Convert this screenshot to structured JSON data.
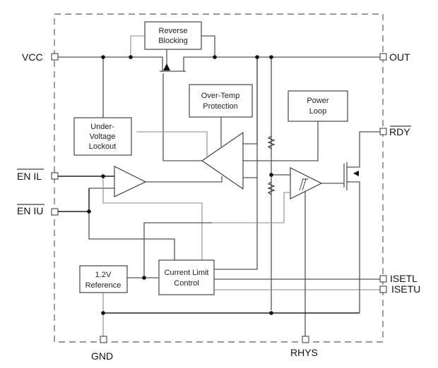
{
  "diagram": {
    "type": "block-diagram",
    "pins": {
      "vcc": "VCC",
      "out": "OUT",
      "rdy": "RDY",
      "en_il": "EN IL",
      "en_iu": "EN IU",
      "isetl": "ISETL",
      "isetu": "ISETU",
      "gnd": "GND",
      "rhys": "RHYS"
    },
    "overlined_pins": [
      "RDY",
      "EN IL",
      "EN IU"
    ],
    "blocks": {
      "reverse_blocking": [
        "Reverse",
        "Blocking"
      ],
      "over_temp": [
        "Over-Temp",
        "Protection"
      ],
      "power_loop": [
        "Power",
        "Loop"
      ],
      "uvlo": [
        "Under-",
        "Voltage",
        "Lockout"
      ],
      "reference": [
        "1.2V",
        "Reference"
      ],
      "current_limit": [
        "Current Limit",
        "Control"
      ]
    }
  }
}
